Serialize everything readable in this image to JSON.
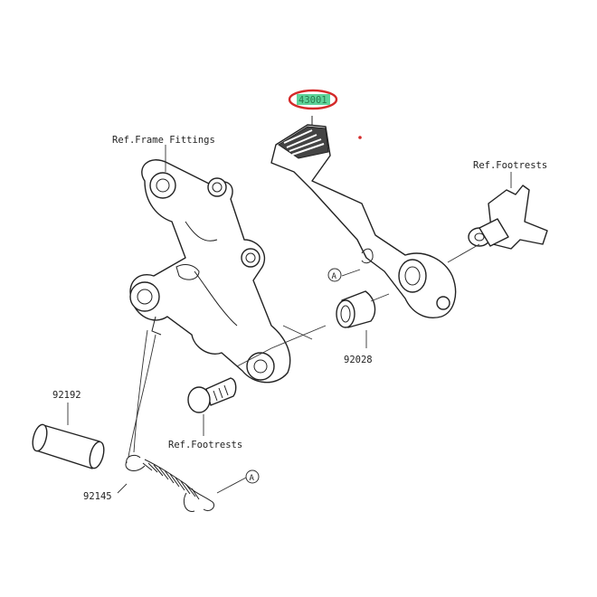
{
  "labels": {
    "highlighted_part": "43001",
    "ref_frame_fittings": "Ref.Frame Fittings",
    "ref_footrests_top": "Ref.Footrests",
    "ref_footrests_bottom": "Ref.Footrests",
    "part_92028": "92028",
    "part_92192": "92192",
    "part_92145": "92145",
    "callout_a_upper": "A",
    "callout_a_lower": "A"
  },
  "colors": {
    "highlight_ellipse": "#d42a2a",
    "highlight_text_bg": "#5ed39a",
    "line": "#222222",
    "background": "#ffffff"
  }
}
